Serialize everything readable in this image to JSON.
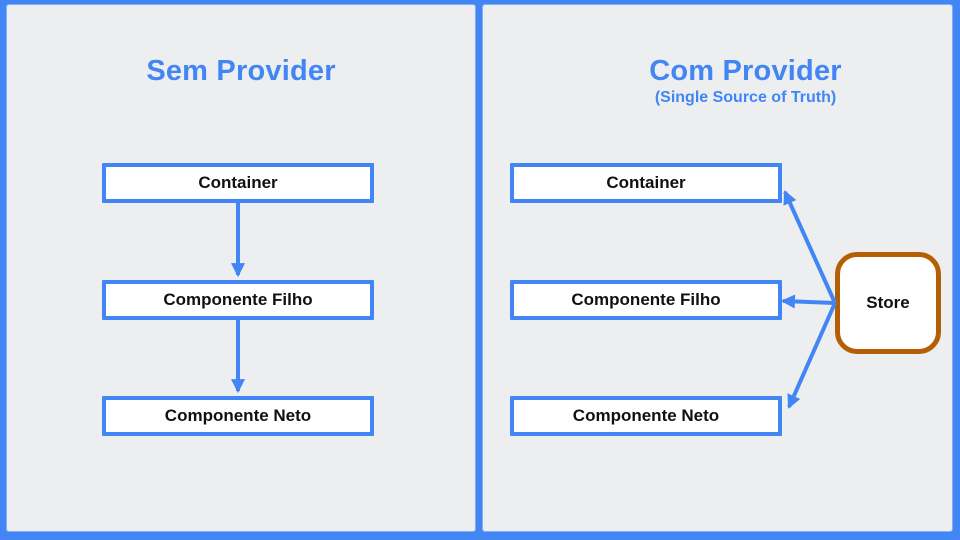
{
  "left_panel": {
    "title": "Sem Provider",
    "nodes": [
      {
        "label": "Container"
      },
      {
        "label": "Componente Filho"
      },
      {
        "label": "Componente Neto"
      }
    ]
  },
  "right_panel": {
    "title": "Com Provider",
    "subtitle": "(Single Source of Truth)",
    "nodes": [
      {
        "label": "Container"
      },
      {
        "label": "Componente Filho"
      },
      {
        "label": "Componente Neto"
      }
    ],
    "store_label": "Store"
  },
  "colors": {
    "blue": "#4285f4",
    "panel_bg": "#edeeef",
    "store_border": "#b45f06",
    "node_bg": "#ffffff",
    "text": "#111111"
  }
}
